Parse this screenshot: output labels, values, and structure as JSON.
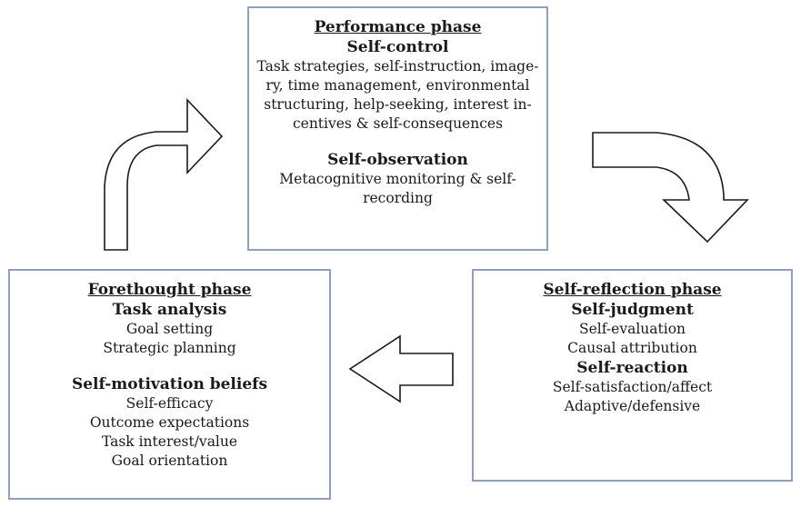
{
  "performance": {
    "phase_title": "Performance phase",
    "sections": [
      {
        "title": "Self-control",
        "lines": [
          "Task strategies, self-instruction, image-",
          "ry, time management, environmental",
          "structuring, help-seeking, interest in-",
          "centives & self-consequences"
        ]
      },
      {
        "title": "Self-observation",
        "lines": [
          "Metacognitive monitoring & self-",
          "recording"
        ]
      }
    ]
  },
  "forethought": {
    "phase_title": "Forethought phase",
    "sections": [
      {
        "title": "Task analysis",
        "lines": [
          "Goal setting",
          "Strategic planning"
        ]
      },
      {
        "title": "Self-motivation beliefs",
        "lines": [
          "Self-efficacy",
          "Outcome expectations",
          "Task interest/value",
          "Goal orientation"
        ]
      }
    ]
  },
  "reflection": {
    "phase_title": "Self-reflection phase",
    "sections": [
      {
        "title": "Self-judgment",
        "lines": [
          "Self-evaluation",
          "Causal attribution"
        ]
      },
      {
        "title": "Self-reaction",
        "lines": [
          "Self-satisfaction/affect",
          "Adaptive/defensive"
        ]
      }
    ]
  },
  "colors": {
    "box_border": "#8e9fbf",
    "arrow_stroke": "#1a1a1a",
    "arrow_fill": "#ffffff",
    "text": "#1a1a1a"
  },
  "icons": [
    "curved-arrow-up-right-icon",
    "curved-arrow-down-icon",
    "left-arrow-icon"
  ]
}
